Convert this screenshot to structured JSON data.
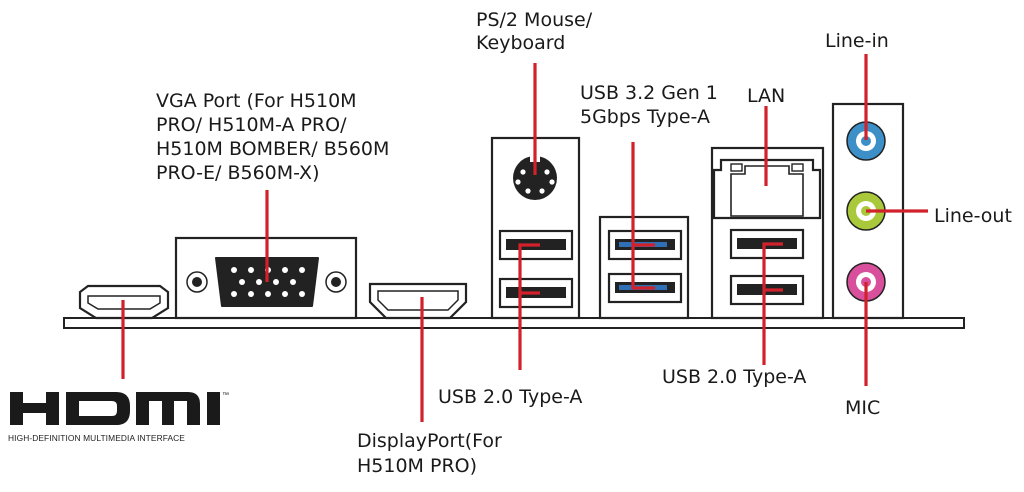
{
  "labels": {
    "ps2": [
      "PS/2 Mouse/",
      "Keyboard"
    ],
    "vga": [
      "VGA Port (For H510M",
      "PRO/ H510M-A PRO/",
      "H510M BOMBER/ B560M",
      "PRO-E/ B560M-X)"
    ],
    "usb32": [
      "USB 3.2 Gen 1",
      "5Gbps Type-A"
    ],
    "lan": "LAN",
    "line_in": "Line-in",
    "line_out": "Line-out",
    "usb20_left": "USB 2.0 Type-A",
    "usb20_right": "USB 2.0 Type-A",
    "mic": "MIC",
    "displayport": [
      "DisplayPort(For",
      "H510M PRO)"
    ]
  },
  "hdmi_logo": {
    "wordmark": "HDMI",
    "trademark": "™",
    "subtitle": "HIGH-DEFINITION MULTIMEDIA INTERFACE"
  },
  "colors": {
    "leader": "#d1222b",
    "usb3_blue": "#2f6fb5",
    "line_in_jack": "#3d8fc7",
    "line_out_jack": "#a9c93a",
    "mic_jack": "#d84f9c"
  }
}
